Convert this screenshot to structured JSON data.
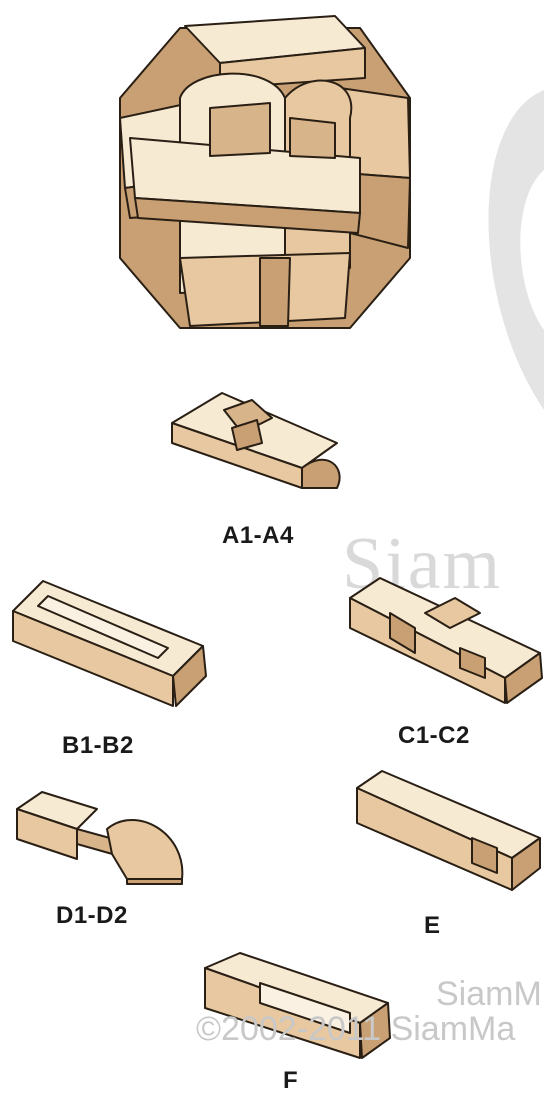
{
  "watermark": {
    "brand": "Siam",
    "line1": "SiamM",
    "line2": "©2002-2011 SiamMa"
  },
  "pieces": [
    {
      "id": "a",
      "label": "A1-A4"
    },
    {
      "id": "b",
      "label": "B1-B2"
    },
    {
      "id": "c",
      "label": "C1-C2"
    },
    {
      "id": "d",
      "label": "D1-D2"
    },
    {
      "id": "e",
      "label": "E"
    },
    {
      "id": "f",
      "label": "F"
    }
  ],
  "colors": {
    "wood_light": "#f6ead3",
    "wood_mid": "#e7c8a0",
    "wood_dark": "#c9a074",
    "outline": "#2a1f14",
    "watermark": "#d9d9d9"
  }
}
